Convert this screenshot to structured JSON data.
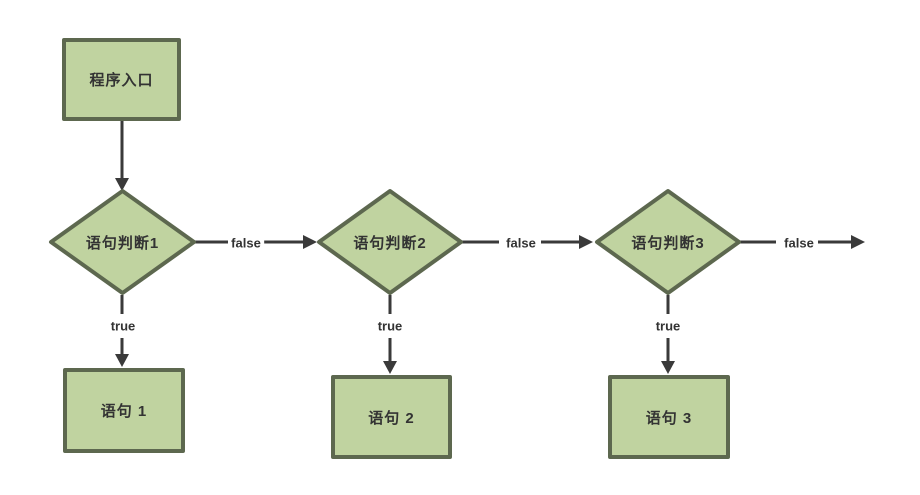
{
  "colors": {
    "background": "#ffffff",
    "node_fill": "#c0d3a0",
    "node_border": "#5d684f",
    "connector": "#3a3a3a",
    "text": "#333333"
  },
  "flowchart": {
    "nodes": {
      "entry": {
        "label": "程序入口",
        "shape": "rectangle"
      },
      "decision1": {
        "label": "语句判断1",
        "shape": "diamond"
      },
      "decision2": {
        "label": "语句判断2",
        "shape": "diamond"
      },
      "decision3": {
        "label": "语句判断3",
        "shape": "diamond"
      },
      "statement1": {
        "label": "语句 1",
        "shape": "rectangle"
      },
      "statement2": {
        "label": "语句 2",
        "shape": "rectangle"
      },
      "statement3": {
        "label": "语句 3",
        "shape": "rectangle"
      }
    },
    "edge_labels": {
      "decision1_false": "false",
      "decision2_false": "false",
      "decision3_false": "false",
      "decision1_true": "true",
      "decision2_true": "true",
      "decision3_true": "true"
    }
  }
}
